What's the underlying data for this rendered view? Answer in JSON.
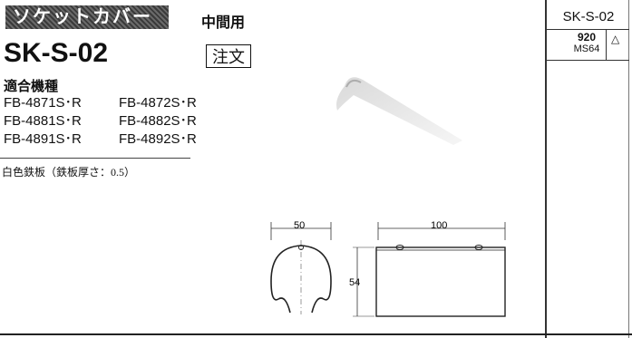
{
  "header": {
    "category": "ソケットカバー",
    "subtype": "中間用",
    "model": "SK-S-02",
    "order_label": "注文"
  },
  "compatible": {
    "heading": "適合機種",
    "models": [
      [
        "FB-4871S･R",
        "FB-4872S･R"
      ],
      [
        "FB-4881S･R",
        "FB-4882S･R"
      ],
      [
        "FB-4891S･R",
        "FB-4892S･R"
      ]
    ]
  },
  "material": "白色鉄板（鉄板厚さ：0.5）",
  "side": {
    "code": "SK-S-02",
    "number": "920",
    "ms": "MS64",
    "mark": "△"
  },
  "dimensions": {
    "width": "50",
    "length": "100",
    "height": "54"
  }
}
